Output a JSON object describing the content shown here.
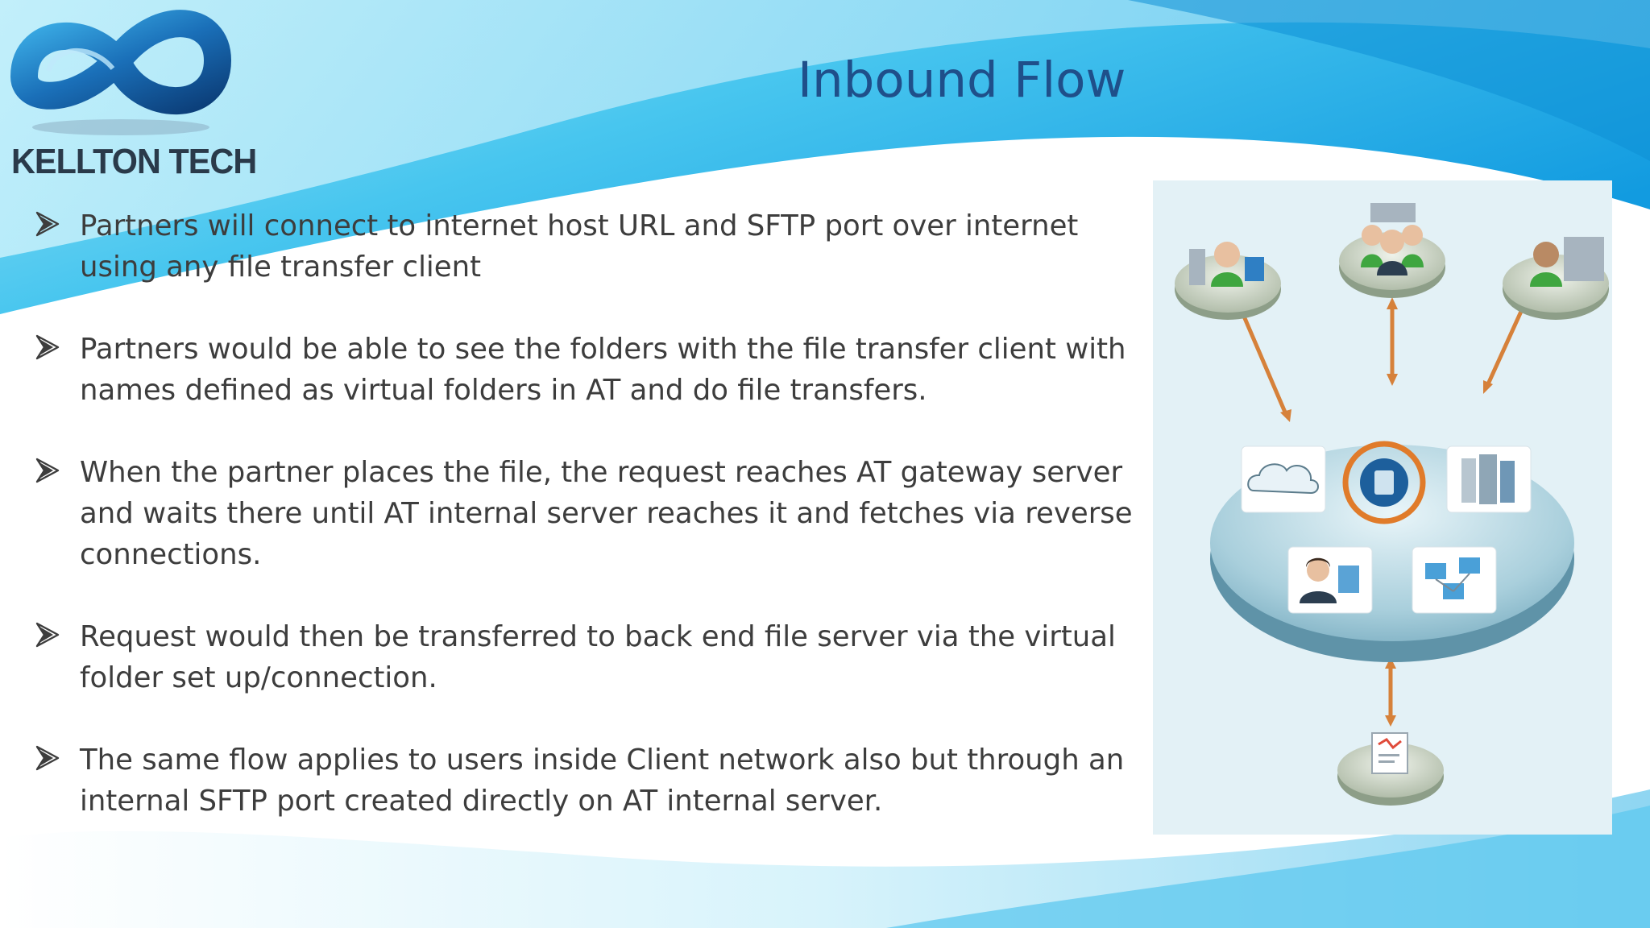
{
  "brand": {
    "name": "KELLTON TECH"
  },
  "slide": {
    "title": "Inbound Flow"
  },
  "bullets": [
    "Partners will connect to internet host URL and SFTP port over internet using any file transfer client",
    "Partners would be able to see the folders with the file transfer client with names defined as virtual folders in AT and do file transfers.",
    "When the partner places the file, the request reaches AT gateway server and waits there until AT internal server reaches it and fetches via reverse connections.",
    "Request would then be transferred to back end file server via the virtual folder set up/connection.",
    "The same flow applies to users inside Client network also but through an internal SFTP port created directly on AT internal server."
  ],
  "colors": {
    "title": "#1f4f8a",
    "text": "#3d3d3d",
    "wave_light": "#7fd7f0",
    "wave_dark": "#1aa0dc",
    "accent_orange": "#e07b2a"
  },
  "icons": {
    "bullet": "arrowhead-bullet-icon",
    "logo": "infinity-logo-icon"
  }
}
